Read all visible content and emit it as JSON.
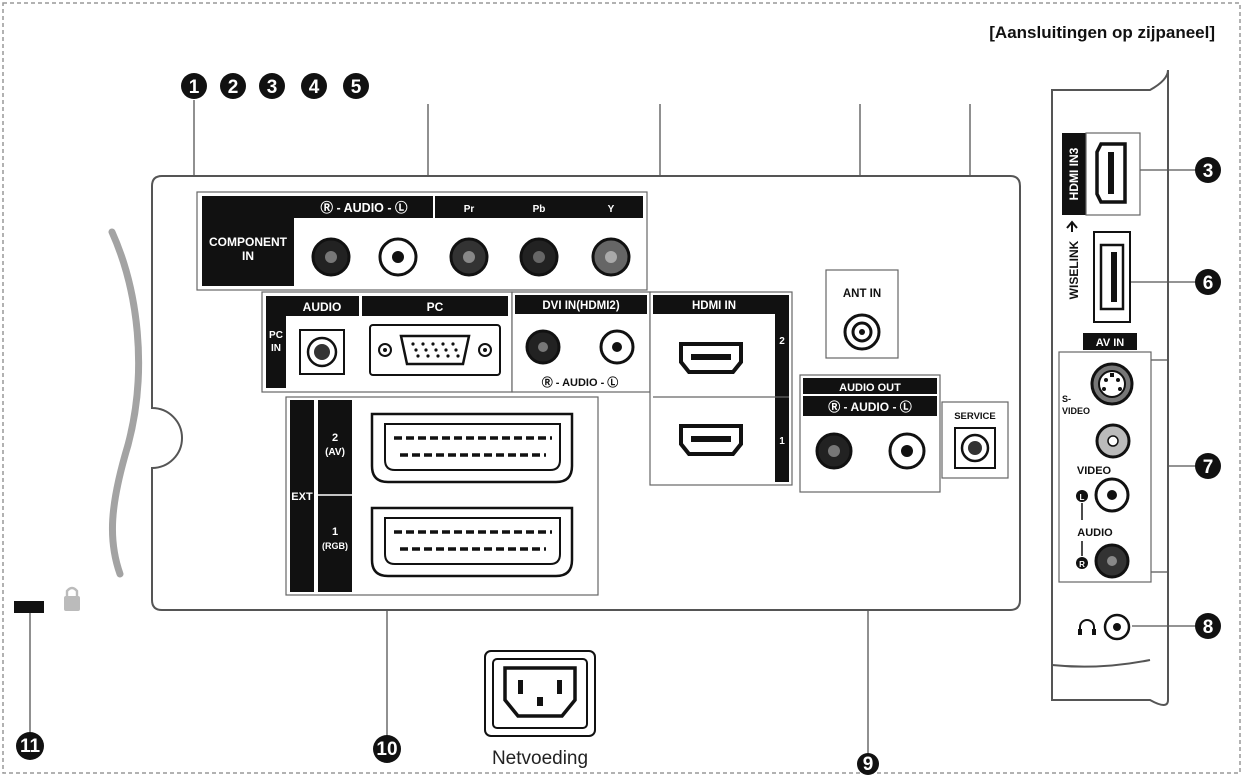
{
  "title": "[Aansluitingen op zijpaneel]",
  "callouts": {
    "n1": "1",
    "n2": "2",
    "n3": "3",
    "n4": "4",
    "n5": "5",
    "n3_side": "3",
    "n6": "6",
    "n7": "7",
    "n8": "8",
    "n9": "9",
    "n10": "10",
    "n11": "11"
  },
  "labels": {
    "component_in_line1": "COMPONENT",
    "component_in_line2": "IN",
    "audio_rl": "Ⓡ - AUDIO - Ⓛ",
    "pr": "Pr",
    "pb": "Pb",
    "y": "Y",
    "audio": "AUDIO",
    "pc": "PC",
    "pc_in_line1": "PC",
    "pc_in_line2": "IN",
    "dvi_in": "DVI IN(HDMI2)",
    "hdmi_in": "HDMI IN",
    "audio_rl_small": "Ⓡ  - AUDIO -  Ⓛ",
    "hdmi_2": "2",
    "hdmi_1": "1",
    "ant_in": "ANT IN",
    "audio_out": "AUDIO OUT",
    "audio_rl_out": "Ⓡ - AUDIO - Ⓛ",
    "service": "SERVICE",
    "ext": "EXT",
    "ext2_line1": "2",
    "ext2_line2": "(AV)",
    "ext1_line1": "1",
    "ext1_line2": "(RGB)",
    "netvoeding": "Netvoeding",
    "hdmi_in3": "HDMI IN3",
    "wiselink": "WISELINK",
    "av_in": "AV IN",
    "s_video_line1": "S-",
    "s_video_line2": "VIDEO",
    "video": "VIDEO",
    "audio_side": "AUDIO",
    "l_badge": "L",
    "r_badge": "R"
  }
}
